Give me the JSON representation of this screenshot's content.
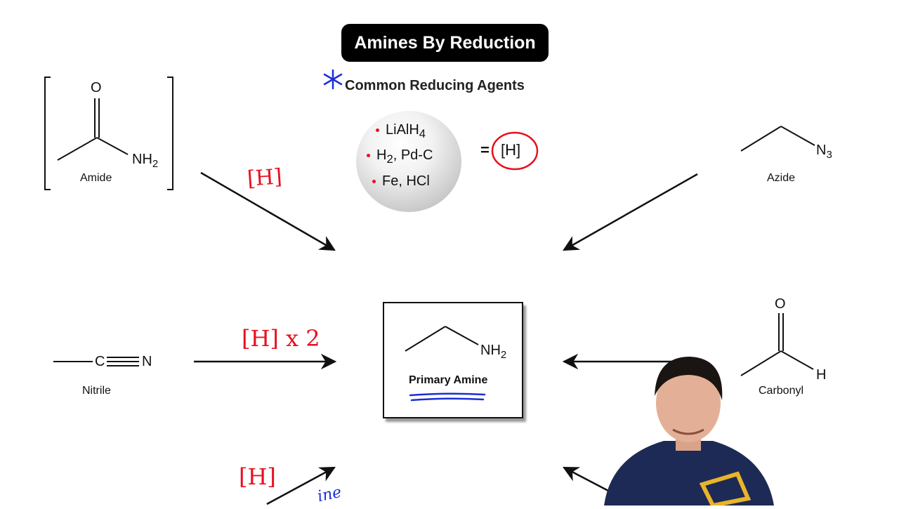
{
  "title": "Amines By Reduction",
  "subtitle": "Common Reducing Agents",
  "reducing_agents": [
    "LiAlH",
    "H",
    ", Pd-C",
    "Fe, HCl"
  ],
  "agent_subscripts": {
    "lialh": "4",
    "h2": "2"
  },
  "equals_label": "=",
  "hydride_symbol": "[H]",
  "molecules": {
    "amide": {
      "label": "Amide",
      "atoms": {
        "o": "O",
        "n": "NH",
        "n_sub": "2"
      }
    },
    "azide": {
      "label": "Azide",
      "atoms": {
        "n": "N",
        "n_sub": "3"
      }
    },
    "nitrile": {
      "label": "Nitrile",
      "atoms": {
        "c": "C",
        "n": "N"
      }
    },
    "carbonyl": {
      "label": "Carbonyl",
      "atoms": {
        "o": "O",
        "h": "H"
      }
    },
    "product": {
      "label": "Primary Amine",
      "atoms": {
        "n": "NH",
        "n_sub": "2"
      }
    }
  },
  "annotations": {
    "amide_arrow": "[H]",
    "nitrile_arrow": "[H] x 2",
    "bottom_left_arrow": "[H]",
    "bottom_scribble": "ine"
  },
  "colors": {
    "ink_red": "#e8101e",
    "ink_blue": "#1a2fd6",
    "title_bg": "#000000",
    "title_fg": "#ffffff"
  }
}
